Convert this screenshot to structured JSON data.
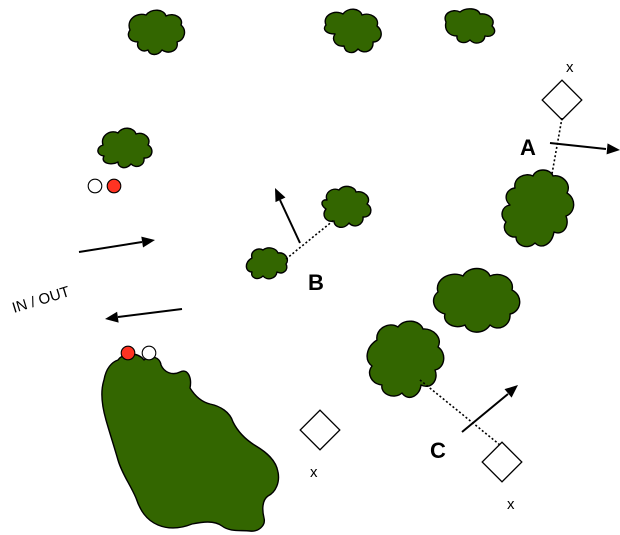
{
  "labels": {
    "a": "A",
    "b": "B",
    "c": "C",
    "in_out": "IN / OUT",
    "x_top_right": "x",
    "x_bottom_middle": "x",
    "x_bottom_right": "x"
  },
  "colors": {
    "tree_fill": "#336600",
    "outline": "#000000",
    "active_dot": "#ff3322",
    "inactive_dot": "#ffffff",
    "background": "#ffffff"
  }
}
